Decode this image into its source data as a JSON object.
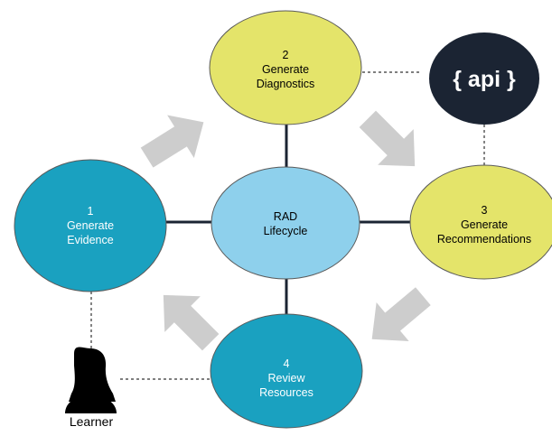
{
  "colors": {
    "teal": "#1aa1c0",
    "yellow": "#e4e46a",
    "center": "#8ed0ec",
    "outline": "#5a5a5a",
    "arrow": "#cdcdcd",
    "connector": "#1b2433",
    "api_badge": "#1b2433"
  },
  "center": {
    "line1": "RAD",
    "line2": "Lifecycle"
  },
  "nodes": [
    {
      "id": "1",
      "number": "1",
      "line1": "Generate",
      "line2": "Evidence"
    },
    {
      "id": "2",
      "number": "2",
      "line1": "Generate",
      "line2": "Diagnostics"
    },
    {
      "id": "3",
      "number": "3",
      "line1": "Generate",
      "line2": "Recommendations"
    },
    {
      "id": "4",
      "number": "4",
      "line1": "Review",
      "line2": "Resources"
    }
  ],
  "api_badge": {
    "label": "{ api }",
    "icon": "api-icon"
  },
  "learner": {
    "label": "Learner",
    "icon": "person-silhouette-icon"
  }
}
